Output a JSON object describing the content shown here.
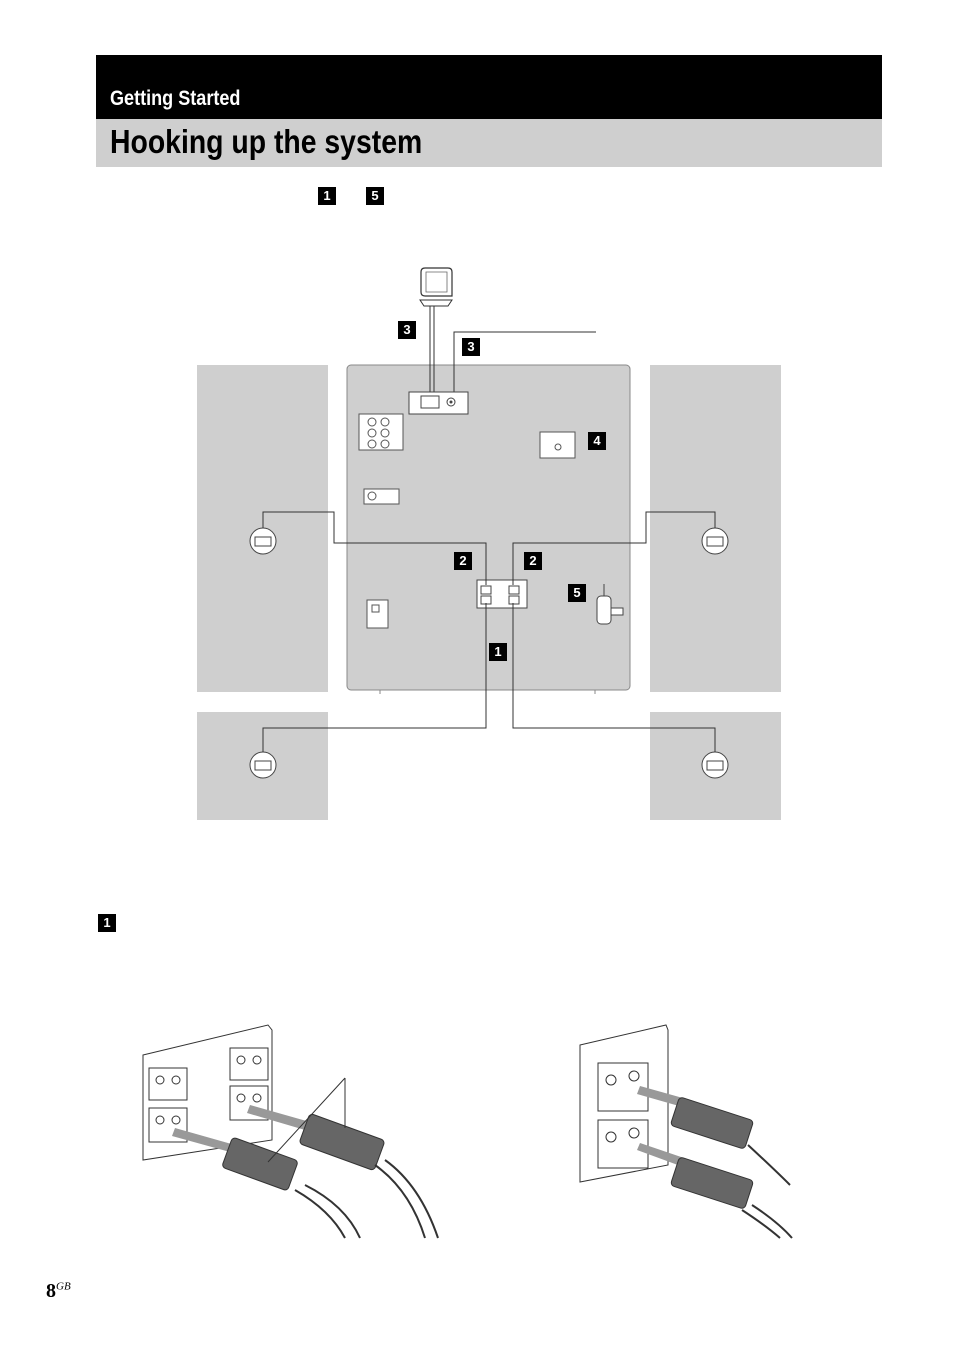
{
  "header": {
    "section": "Getting Started",
    "title": "Hooking up the system"
  },
  "intro_badges": [
    "1",
    "5"
  ],
  "diagram_labels": {
    "antenna_left": "3",
    "antenna_right": "3",
    "ac_label": "4",
    "speaker_left": "2",
    "speaker_right": "2",
    "power_cord": "5",
    "surround": "1"
  },
  "step1_badge": "1",
  "footer": {
    "page": "8",
    "suffix": "GB"
  }
}
